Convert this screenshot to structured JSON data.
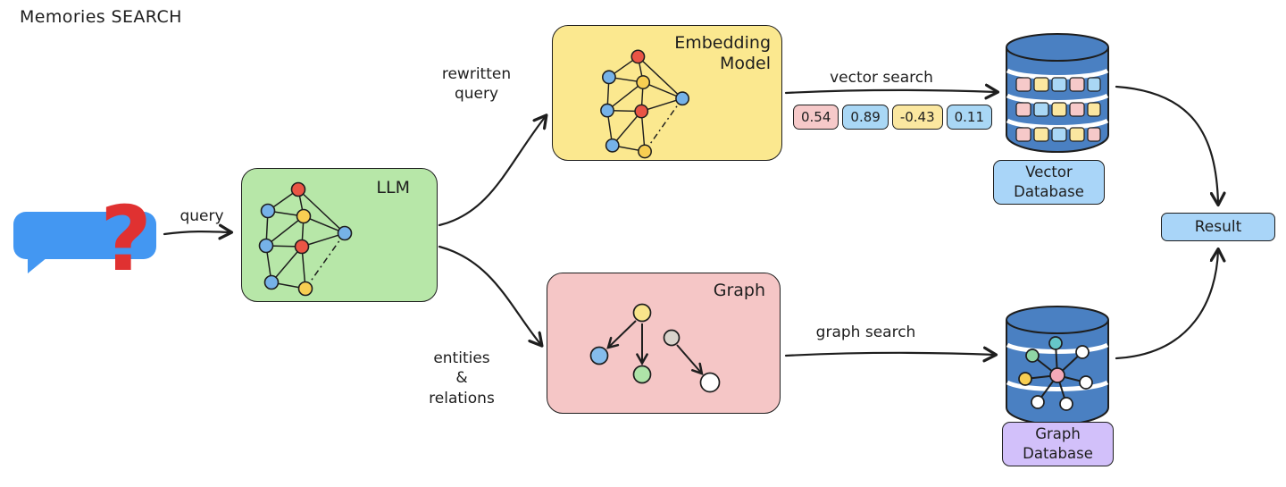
{
  "title": "Memories SEARCH",
  "bubble": {
    "question_mark": "?"
  },
  "nodes": {
    "llm": {
      "label": "LLM"
    },
    "embedding": {
      "line1": "Embedding",
      "line2": "Model"
    },
    "graph": {
      "label": "Graph"
    },
    "vector_db": {
      "line1": "Vector",
      "line2": "Database"
    },
    "graph_db": {
      "line1": "Graph",
      "line2": "Database"
    },
    "result": {
      "label": "Result"
    }
  },
  "edges": {
    "query": {
      "label": "query"
    },
    "rewritten_query": {
      "line1": "rewritten",
      "line2": "query"
    },
    "entities_relations": {
      "line1": "entities",
      "line2": "&",
      "line3": "relations"
    },
    "vector_search": {
      "label": "vector search"
    },
    "graph_search": {
      "label": "graph search"
    }
  },
  "vector_values": [
    {
      "value": "0.54",
      "color": "#f6c9c9"
    },
    {
      "value": "0.89",
      "color": "#a9d7f5"
    },
    {
      "value": "-0.43",
      "color": "#fbe7a0"
    },
    {
      "value": "0.11",
      "color": "#a9d7f5"
    }
  ],
  "colors": {
    "llm_fill": "#b7e7a8",
    "embedding_fill": "#fbe88f",
    "graph_fill": "#f5c6c6",
    "db_label_blue": "#a9d5f8",
    "db_label_purple": "#d2c0fa",
    "database_blue": "#4a80c2",
    "bubble_blue": "#4397f2",
    "question_red": "#e03131",
    "stroke": "#1e1e1e"
  },
  "icons": {
    "chat_bubble": "speech-bubble",
    "question_mark": "?",
    "neural_network": "node-graph",
    "tree_graph": "directed-graph",
    "database": "cylinder-stack"
  }
}
